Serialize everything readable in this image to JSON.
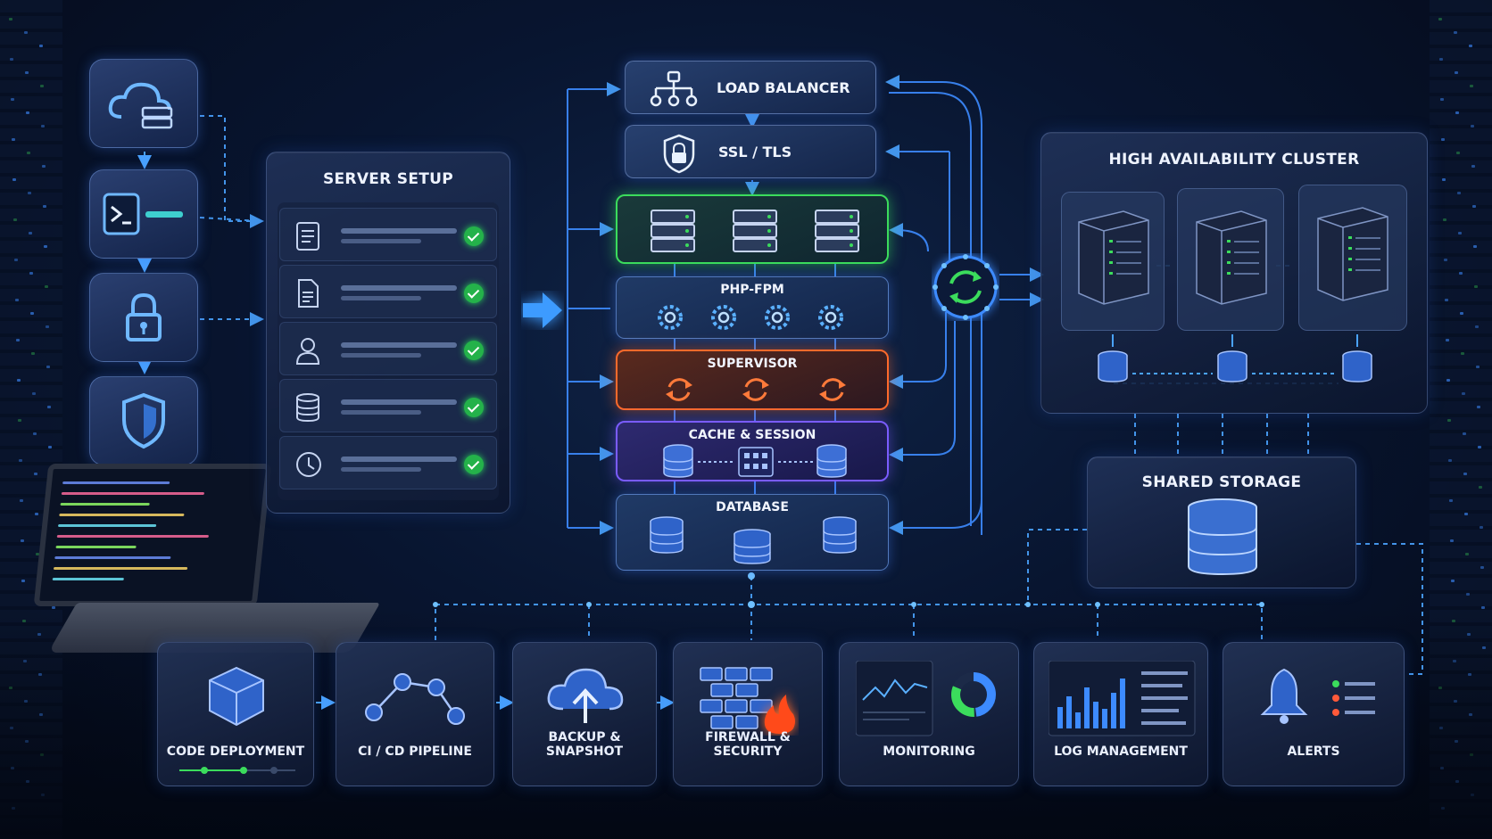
{
  "server_setup": {
    "title": "SERVER SETUP"
  },
  "stack": {
    "load_balancer": "LOAD BALANCER",
    "ssl": "SSL / TLS",
    "php_fpm": "PHP-FPM",
    "supervisor": "SUPERVISOR",
    "cache_session": "CACHE & SESSION",
    "database": "DATABASE"
  },
  "cluster": {
    "title": "HIGH AVAILABILITY CLUSTER"
  },
  "storage": {
    "title": "SHARED STORAGE"
  },
  "bottom": {
    "items": [
      {
        "label": "CODE DEPLOYMENT"
      },
      {
        "label": "CI / CD PIPELINE"
      },
      {
        "label": "BACKUP & SNAPSHOT"
      },
      {
        "label": "FIREWALL & SECURITY"
      },
      {
        "label": "MONITORING"
      },
      {
        "label": "LOG MANAGEMENT"
      },
      {
        "label": "ALERTS"
      }
    ]
  },
  "colors": {
    "accent": "#3d8bff",
    "glow_blue": "#4aa3ff",
    "servers_green": "#3bdc5c",
    "supervisor_orange": "#ff6a2b",
    "cache_purple": "#7a5cff",
    "ok_green": "#24b24a"
  },
  "icons": {
    "left_column": [
      "cloud-server-icon",
      "terminal-icon",
      "lock-icon",
      "shield-icon"
    ],
    "server_setup_rows": [
      "checklist-icon",
      "document-icon",
      "user-icon",
      "database-icon",
      "clock-icon"
    ]
  }
}
